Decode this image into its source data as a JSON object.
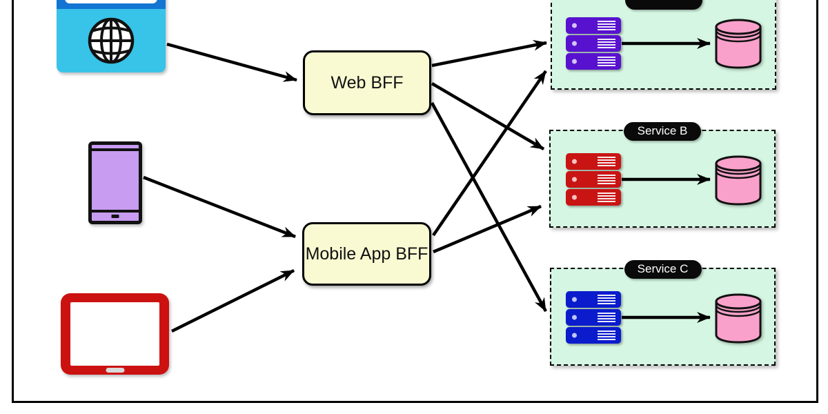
{
  "diagram": {
    "kind": "bff-architecture-diagram",
    "clients": [
      {
        "id": "web-browser",
        "icon": "globe-browser-icon"
      },
      {
        "id": "smartphone",
        "icon": "smartphone-icon"
      },
      {
        "id": "tablet",
        "icon": "tablet-icon"
      }
    ],
    "bff_nodes": [
      {
        "id": "web-bff",
        "label": "Web BFF"
      },
      {
        "id": "mobile-app-bff",
        "label": "Mobile App BFF"
      }
    ],
    "services": [
      {
        "id": "service-top",
        "label": "",
        "server_color": "#5812CF"
      },
      {
        "id": "service-b",
        "label": "Service B",
        "server_color": "#C91414"
      },
      {
        "id": "service-c",
        "label": "Service C",
        "server_color": "#0A1CCC"
      }
    ],
    "connections": [
      {
        "from": "web-browser",
        "to": "web-bff"
      },
      {
        "from": "smartphone",
        "to": "mobile-app-bff"
      },
      {
        "from": "tablet",
        "to": "mobile-app-bff"
      },
      {
        "from": "web-bff",
        "to": "service-top"
      },
      {
        "from": "web-bff",
        "to": "service-b"
      },
      {
        "from": "web-bff",
        "to": "service-c"
      },
      {
        "from": "mobile-app-bff",
        "to": "service-top"
      },
      {
        "from": "mobile-app-bff",
        "to": "service-b"
      },
      {
        "from": "service-top-servers",
        "to": "service-top-database"
      },
      {
        "from": "service-b-servers",
        "to": "service-b-database"
      },
      {
        "from": "service-c-servers",
        "to": "service-c-database"
      }
    ],
    "colors": {
      "service_box_fill": "#D5F6E2",
      "service_label_pill": "#0A0A0A",
      "bff_fill": "#FAFAD2",
      "server_purple": "#5812CF",
      "server_red": "#C91414",
      "server_blue": "#0A1CCC",
      "database_pink": "#F9A1CB",
      "browser_body": "#38C3E8",
      "browser_header": "#1274D3",
      "phone_fill": "#C89CF1",
      "tablet_red": "#CC1111",
      "arrow": "#000000"
    }
  }
}
